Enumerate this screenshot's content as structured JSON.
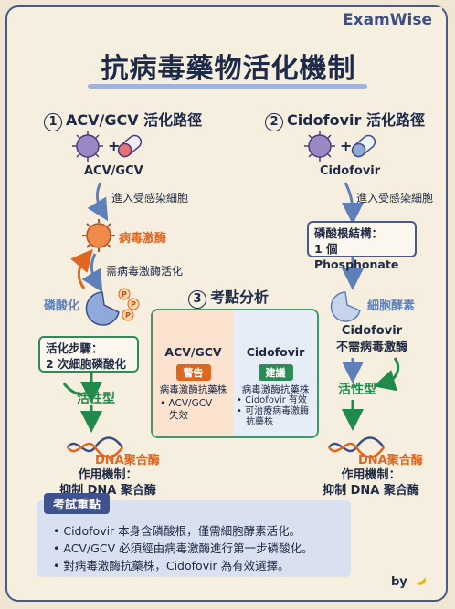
{
  "brand": "ExamWise",
  "title": "抗病毒藥物活化機制",
  "left": {
    "num": "1",
    "heading": "ACV/GCV 活化路徑",
    "drug_label": "ACV/GCV",
    "enter": "進入受感染細胞",
    "enzyme_label": "病毒激酶",
    "enzyme_step": "需病毒激酶活化",
    "phosphorylation": "磷酸化",
    "steps_line1": "活化步驟：",
    "steps_line2": "2 次細胞磷酸化",
    "active": "活性型",
    "target": "DNA聚合酶",
    "action_line1": "作用機制：",
    "action_line2": "抑制 DNA 聚合酶"
  },
  "right": {
    "num": "2",
    "heading": "Cidofovir 活化路徑",
    "drug_label": "Cidofovir",
    "enter": "進入受感染細胞",
    "struct_line1": "磷酸根結構：",
    "struct_line2": "1 個 Phosphonate",
    "enzyme_label": "細胞酵素",
    "no_need_line1": "Cidofovir",
    "no_need_line2": "不需病毒激酶",
    "active": "活性型",
    "target": "DNA聚合酶",
    "action_line1": "作用機制：",
    "action_line2": "抑制 DNA 聚合酶"
  },
  "analysis": {
    "num": "3",
    "heading": "考點分析",
    "left_name": "ACV/GCV",
    "left_tag": "警告",
    "left_title": "病毒激酶抗藥株",
    "left_items": [
      "ACV/GCV",
      "失效"
    ],
    "right_name": "Cidofovir",
    "right_tag": "建議",
    "right_title": "病毒激酶抗藥株",
    "right_item1": "Cidofovir 有效",
    "right_item2a": "可治療病毒激酶",
    "right_item2b": "抗藥株"
  },
  "exam": {
    "tag": "考試重點",
    "points": [
      "Cidofovir 本身含磷酸根，僅需細胞酵素活化。",
      "ACV/GCV 必須經由病毒激酶進行第一步磷酸化。",
      "對病毒激酶抗藥株，Cidofovir 為有效選擇。"
    ]
  },
  "signature": "by",
  "colors": {
    "navy": "#1d2a4a",
    "green": "#1f8a4c",
    "orange": "#e0651f",
    "blue": "#5e7fb8",
    "warning_tag": "#e0651f",
    "recommend_tag": "#2e8b57"
  }
}
